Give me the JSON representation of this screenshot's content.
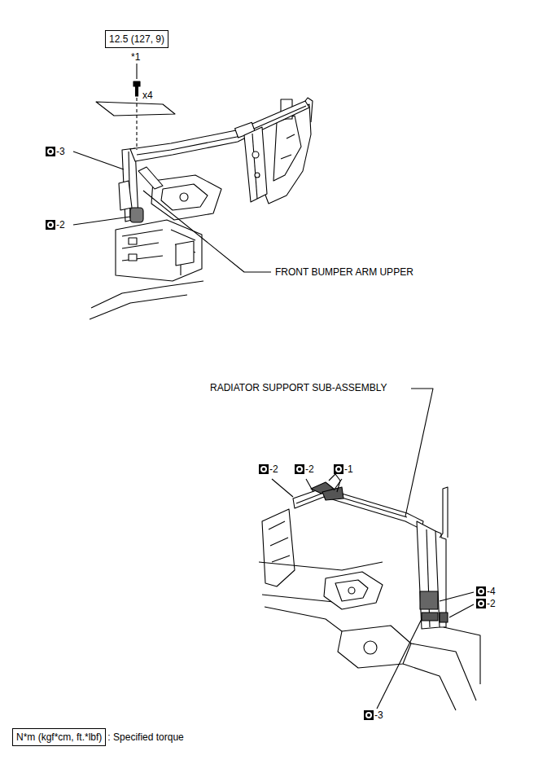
{
  "diagram": {
    "nodes": [
      {
        "text": [
          "12.5 (127, 9)"
        ]
      },
      {
        "text": [
          "N*m (kgf*cm, ft.*lbf)",
          ": Specified torque"
        ]
      }
    ],
    "labels": [
      "*1",
      "x4",
      "-3",
      "-2",
      "FRONT BUMPER ARM UPPER",
      "RADIATOR SUPPORT SUB-ASSEMBLY",
      "-2",
      "-2",
      "-1",
      "-4",
      "-2",
      "-3"
    ]
  }
}
